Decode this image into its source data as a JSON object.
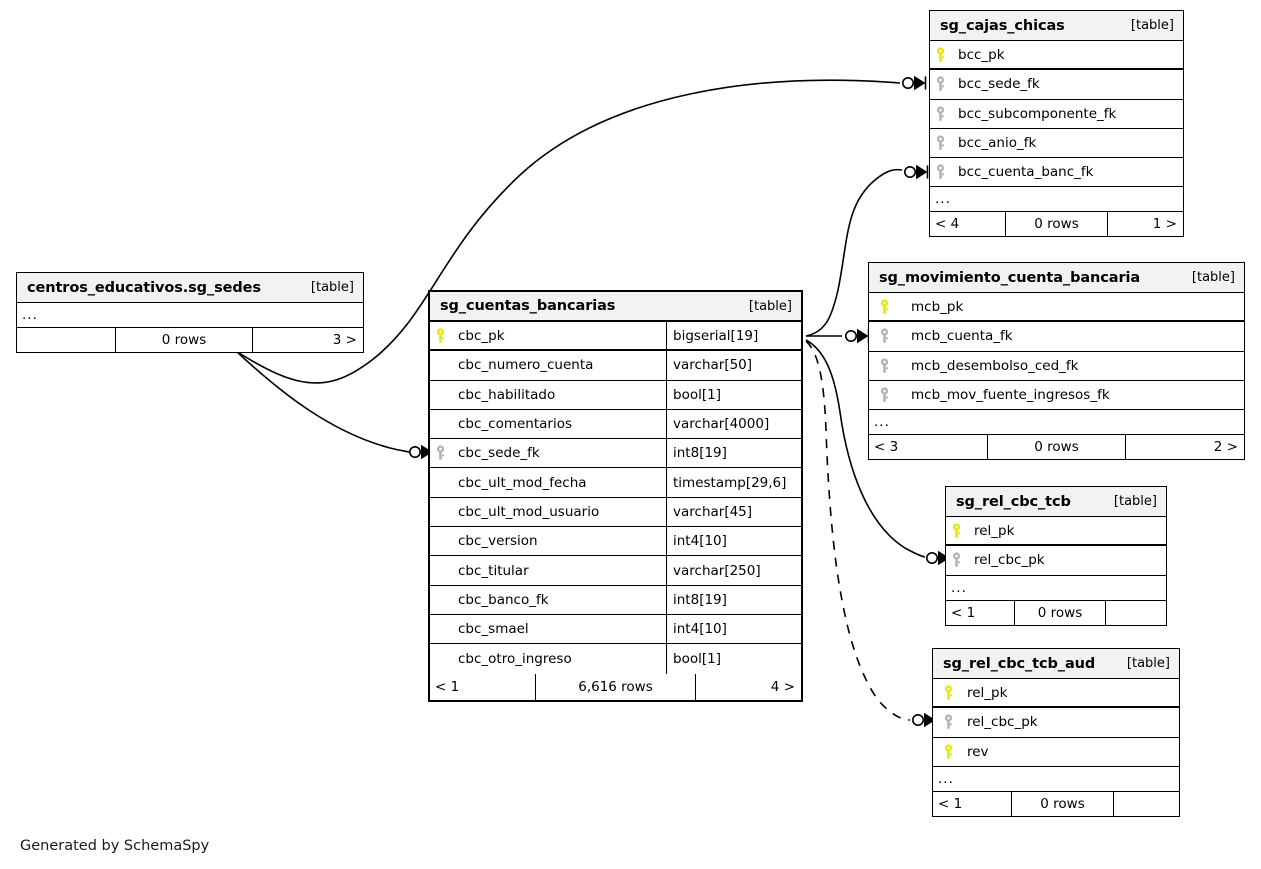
{
  "diagram": {
    "generator_caption": "Generated by SchemaSpy",
    "table_tag": "[table]",
    "ellipsis": "...",
    "colors": {
      "primary_key": "#e8e800",
      "foreign_key": "#b3b3b3",
      "header_background": "#f2f2f2",
      "border": "#000000",
      "background": "#ffffff"
    }
  },
  "tables": [
    {
      "id": "sg_cajas_chicas",
      "name": "sg_cajas_chicas",
      "type_label": "[table]",
      "columns": [
        {
          "name": "bcc_pk",
          "key": "primary"
        },
        {
          "name": "bcc_sede_fk",
          "key": "foreign"
        },
        {
          "name": "bcc_subcomponente_fk",
          "key": "foreign"
        },
        {
          "name": "bcc_anio_fk",
          "key": "foreign"
        },
        {
          "name": "bcc_cuenta_banc_fk",
          "key": "foreign"
        }
      ],
      "has_more": true,
      "footer": {
        "left": "< 4",
        "middle": "0 rows",
        "right": "1 >"
      }
    },
    {
      "id": "centros_educativos.sg_sedes",
      "name": "centros_educativos.sg_sedes",
      "type_label": "[table]",
      "columns": [],
      "has_more": true,
      "footer": {
        "left": "",
        "middle": "0 rows",
        "right": "3 >"
      }
    },
    {
      "id": "sg_cuentas_bancarias",
      "name": "sg_cuentas_bancarias",
      "type_label": "[table]",
      "focal": true,
      "columns": [
        {
          "name": "cbc_pk",
          "key": "primary",
          "type": "bigserial[19]"
        },
        {
          "name": "cbc_numero_cuenta",
          "key": "none",
          "type": "varchar[50]"
        },
        {
          "name": "cbc_habilitado",
          "key": "none",
          "type": "bool[1]"
        },
        {
          "name": "cbc_comentarios",
          "key": "none",
          "type": "varchar[4000]"
        },
        {
          "name": "cbc_sede_fk",
          "key": "foreign",
          "type": "int8[19]"
        },
        {
          "name": "cbc_ult_mod_fecha",
          "key": "none",
          "type": "timestamp[29,6]"
        },
        {
          "name": "cbc_ult_mod_usuario",
          "key": "none",
          "type": "varchar[45]"
        },
        {
          "name": "cbc_version",
          "key": "none",
          "type": "int4[10]"
        },
        {
          "name": "cbc_titular",
          "key": "none",
          "type": "varchar[250]"
        },
        {
          "name": "cbc_banco_fk",
          "key": "none",
          "type": "int8[19]"
        },
        {
          "name": "cbc_smael",
          "key": "none",
          "type": "int4[10]"
        },
        {
          "name": "cbc_otro_ingreso",
          "key": "none",
          "type": "bool[1]"
        }
      ],
      "has_more": false,
      "footer": {
        "left": "< 1",
        "middle": "6,616 rows",
        "right": "4 >"
      }
    },
    {
      "id": "sg_movimiento_cuenta_bancaria",
      "name": "sg_movimiento_cuenta_bancaria",
      "type_label": "[table]",
      "columns": [
        {
          "name": "mcb_pk",
          "key": "primary"
        },
        {
          "name": "mcb_cuenta_fk",
          "key": "foreign"
        },
        {
          "name": "mcb_desembolso_ced_fk",
          "key": "foreign"
        },
        {
          "name": "mcb_mov_fuente_ingresos_fk",
          "key": "foreign"
        }
      ],
      "has_more": true,
      "footer": {
        "left": "< 3",
        "middle": "0 rows",
        "right": "2 >"
      }
    },
    {
      "id": "sg_rel_cbc_tcb",
      "name": "sg_rel_cbc_tcb",
      "type_label": "[table]",
      "columns": [
        {
          "name": "rel_pk",
          "key": "primary"
        },
        {
          "name": "rel_cbc_pk",
          "key": "foreign"
        }
      ],
      "has_more": true,
      "footer": {
        "left": "< 1",
        "middle": "0 rows",
        "right": ""
      }
    },
    {
      "id": "sg_rel_cbc_tcb_aud",
      "name": "sg_rel_cbc_tcb_aud",
      "type_label": "[table]",
      "columns": [
        {
          "name": "rel_pk",
          "key": "primary"
        },
        {
          "name": "rel_cbc_pk",
          "key": "foreign"
        },
        {
          "name": "rev",
          "key": "primary"
        }
      ],
      "has_more": true,
      "footer": {
        "left": "< 1",
        "middle": "0 rows",
        "right": ""
      }
    }
  ],
  "relationships": [
    {
      "from": "centros_educativos.sg_sedes",
      "to": "sg_cajas_chicas",
      "to_column": "bcc_sede_fk",
      "style": "solid"
    },
    {
      "from": "centros_educativos.sg_sedes",
      "to": "sg_cuentas_bancarias",
      "to_column": "cbc_sede_fk",
      "style": "solid"
    },
    {
      "from": "sg_cuentas_bancarias",
      "to": "sg_cajas_chicas",
      "to_column": "bcc_cuenta_banc_fk",
      "style": "solid"
    },
    {
      "from": "sg_cuentas_bancarias",
      "to": "sg_movimiento_cuenta_bancaria",
      "to_column": "mcb_cuenta_fk",
      "style": "solid"
    },
    {
      "from": "sg_cuentas_bancarias",
      "to": "sg_rel_cbc_tcb",
      "to_column": "rel_cbc_pk",
      "style": "solid"
    },
    {
      "from": "sg_cuentas_bancarias",
      "to": "sg_rel_cbc_tcb_aud",
      "to_column": "rel_cbc_pk",
      "style": "dashed"
    }
  ]
}
